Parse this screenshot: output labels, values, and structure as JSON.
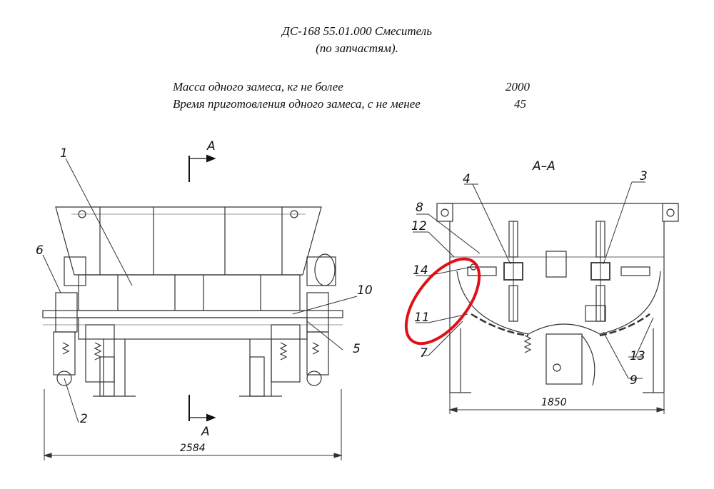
{
  "header": {
    "title_line1": "ДС-168 55.01.000 Смеситель",
    "title_line2": "(по запчастям)."
  },
  "specs": [
    {
      "label": "Масса одного замеса, кг не более",
      "value": "2000"
    },
    {
      "label": "Время приготовления одного замеса, с не менее",
      "value": "45"
    }
  ],
  "front_view": {
    "section_mark": "А",
    "overall_width": "2584",
    "callouts": [
      "1",
      "2",
      "5",
      "6",
      "10"
    ]
  },
  "section_view": {
    "title": "А–А",
    "overall_width": "1850",
    "callouts": [
      "3",
      "4",
      "7",
      "8",
      "9",
      "11",
      "12",
      "13",
      "14"
    ]
  },
  "highlight": {
    "color": "#e0101a",
    "target_part": "11"
  }
}
